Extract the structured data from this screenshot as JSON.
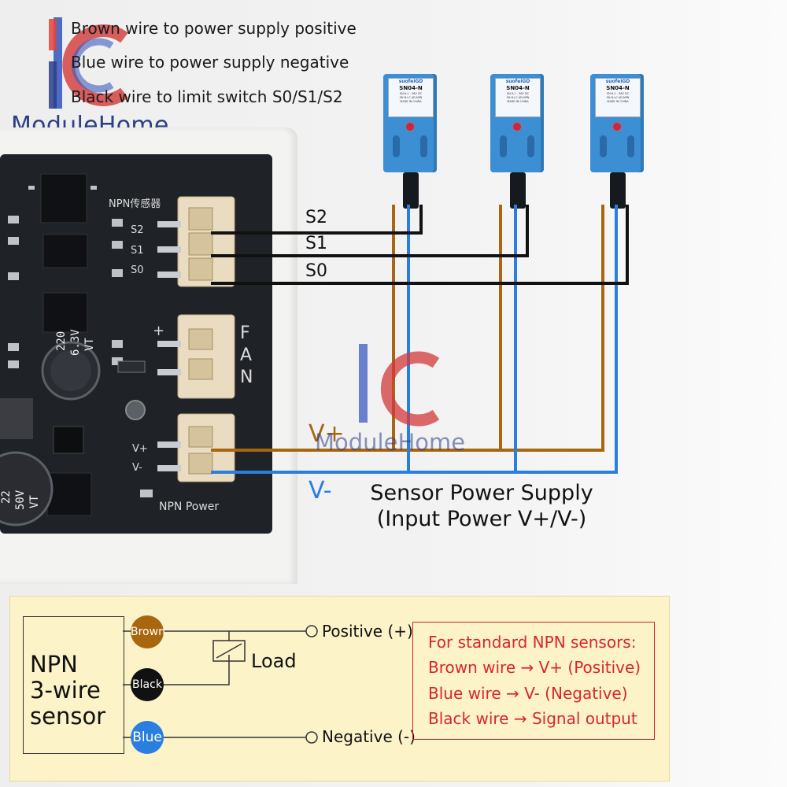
{
  "legend": [
    "Brown wire to power supply positive",
    "Blue wire to power supply negative",
    "Black wire to limit switch S0/S1/S2"
  ],
  "brand": "ModuleHome",
  "board": {
    "section_label": "NPN传感器",
    "pin_labels": [
      "S2",
      "S1",
      "S0"
    ],
    "fan_label": "FAN",
    "plus_label": "+",
    "power_pins": [
      "V+",
      "V-"
    ],
    "power_label": "NPN Power",
    "cap1": [
      "220",
      "6.3V",
      "VT"
    ],
    "cap2": [
      "22",
      "50V",
      "VT"
    ]
  },
  "signals": [
    "S2",
    "S1",
    "S0"
  ],
  "power_labels": {
    "vplus": "V+",
    "vminus": "V-"
  },
  "sensor_power_title": "Sensor Power Supply",
  "sensor_power_subtitle": "(Input Power V+/V-)",
  "sensor_module": {
    "model": "SN04-N",
    "brand": "suofeiGD",
    "spec1": "SN 6-1 - 36V DC",
    "spec2": "SN B-LC AD.NPN",
    "spec3": "MADE IN CHINA"
  },
  "watermark": "ModuleHome",
  "diagram": {
    "sensor_name": [
      "NPN",
      "3-wire",
      "sensor"
    ],
    "wires": [
      "Brown",
      "Black",
      "Blue"
    ],
    "positive": "Positive (+)",
    "negative": "Negative (-)",
    "load": "Load",
    "notes": [
      "For standard NPN sensors:",
      "Brown wire → V+ (Positive)",
      "Blue wire → V- (Negative)",
      "Black wire → Signal output"
    ]
  },
  "colors": {
    "brown": "#a8660e",
    "blue": "#2a7ee0",
    "black": "#111111",
    "brand_blue": "#2d3e84",
    "brand_red": "#d23a3a",
    "note_red": "#d8262c",
    "panel": "#fcf3c9"
  }
}
